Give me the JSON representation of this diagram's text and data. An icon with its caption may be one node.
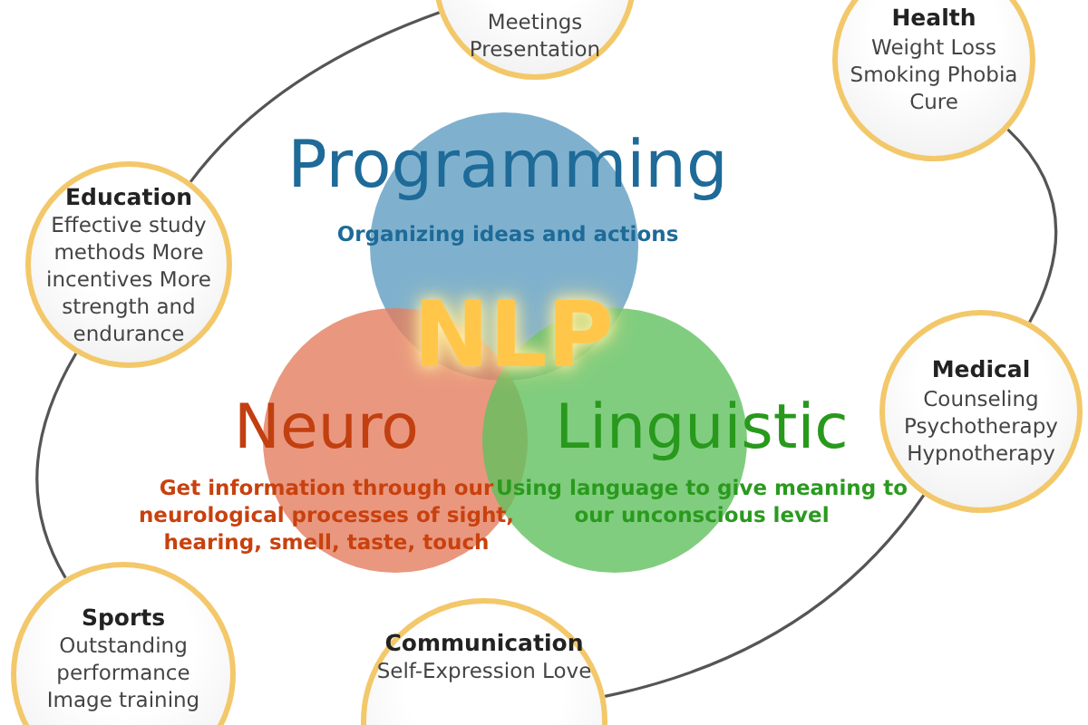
{
  "diagram": {
    "nodes": [
      {
        "text": [
          "Meetings Presentation"
        ]
      },
      {
        "text": [
          "Health",
          "Weight Loss Smoking Phobia Cure"
        ]
      },
      {
        "text": [
          "Education",
          "Effective study methods More incentives More strength and endurance"
        ]
      },
      {
        "text": [
          "Programming",
          "Organizing ideas and actions"
        ]
      },
      {
        "text": [
          "Medical",
          "Counseling Psychotherapy Hypnotherapy"
        ]
      },
      {
        "text": [
          "Neuro",
          "Get information through our neurological processes of sight, hearing, smell, taste, touch"
        ]
      },
      {
        "text": [
          "Linguistic",
          "Using language to give meaning to our unconscious level"
        ]
      },
      {
        "text": [
          "Sports",
          "Outstanding performance Image training"
        ]
      },
      {
        "text": [
          "Communication",
          "Self-Expression Love"
        ]
      }
    ],
    "edges": [
      {
        "from": 2,
        "to": 0,
        "arrow": "none"
      },
      {
        "from": 1,
        "to": 4,
        "arrow": "none"
      },
      {
        "from": 4,
        "to": 8,
        "arrow": "none"
      },
      {
        "from": 2,
        "to": 7,
        "arrow": "none"
      }
    ],
    "labels": [
      "NLP"
    ]
  }
}
